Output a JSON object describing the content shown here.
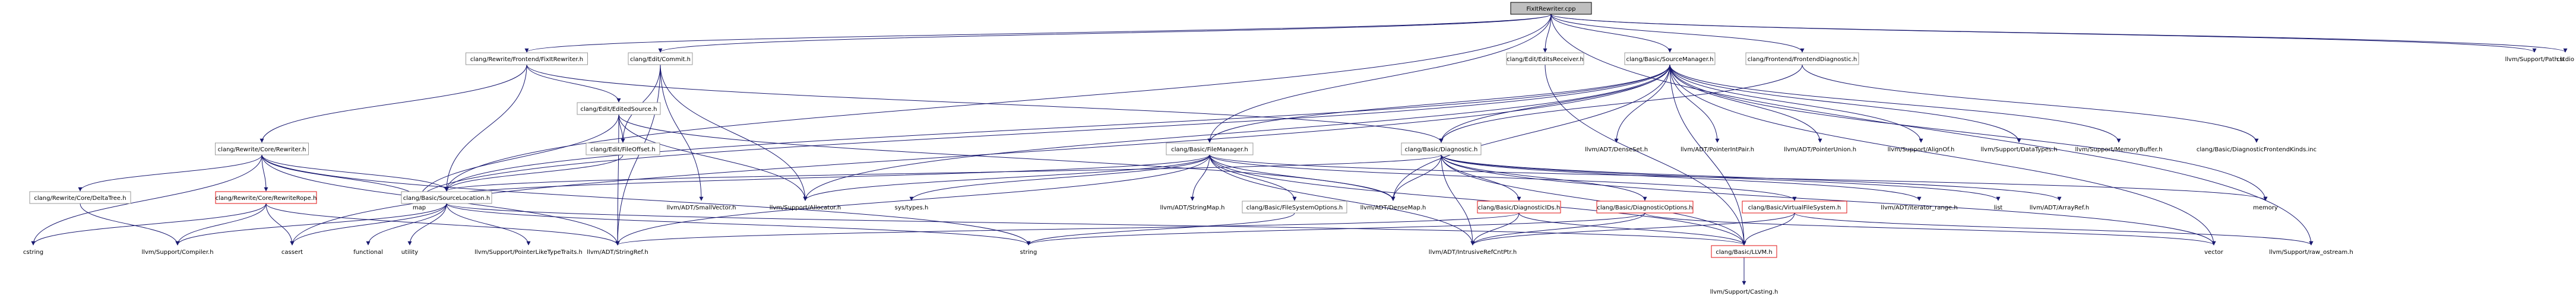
{
  "colors": {
    "edge": "#191970",
    "missing_border": "#e01010",
    "root_fill": "#bfbfbf",
    "node_border": "#999999"
  },
  "nodes": [
    {
      "id": "root",
      "label": "FixItRewriter.cpp",
      "kind": "root"
    },
    {
      "id": "fixitrewriter_h",
      "label": "clang/Rewrite/Frontend/FixItRewriter.h",
      "kind": "box"
    },
    {
      "id": "editcommit_h",
      "label": "clang/Edit/Commit.h",
      "kind": "box"
    },
    {
      "id": "editsreceiver_h",
      "label": "clang/Edit/EditsReceiver.h",
      "kind": "box"
    },
    {
      "id": "sourcemanager_h",
      "label": "clang/Basic/SourceManager.h",
      "kind": "box"
    },
    {
      "id": "frontenddiag_h",
      "label": "clang/Frontend/FrontendDiagnostic.h",
      "kind": "box"
    },
    {
      "id": "path_h",
      "label": "llvm/Support/Path.h",
      "kind": "plain"
    },
    {
      "id": "cstdio",
      "label": "cstdio",
      "kind": "plain"
    },
    {
      "id": "editedsource_h",
      "label": "clang/Edit/EditedSource.h",
      "kind": "box"
    },
    {
      "id": "corerewriter_h",
      "label": "clang/Rewrite/Core/Rewriter.h",
      "kind": "box"
    },
    {
      "id": "fileoffset_h",
      "label": "clang/Edit/FileOffset.h",
      "kind": "box"
    },
    {
      "id": "filemanager_h",
      "label": "clang/Basic/FileManager.h",
      "kind": "box"
    },
    {
      "id": "diagnostic_h",
      "label": "clang/Basic/Diagnostic.h",
      "kind": "box"
    },
    {
      "id": "densesetn",
      "label": "llvm/ADT/DenseSet.h",
      "kind": "plain"
    },
    {
      "id": "pointerintpair",
      "label": "llvm/ADT/PointerIntPair.h",
      "kind": "plain"
    },
    {
      "id": "pointerunion",
      "label": "llvm/ADT/PointerUnion.h",
      "kind": "plain"
    },
    {
      "id": "alignof",
      "label": "llvm/Support/AlignOf.h",
      "kind": "plain"
    },
    {
      "id": "datatypes",
      "label": "llvm/Support/DataTypes.h",
      "kind": "plain"
    },
    {
      "id": "memorybuffer",
      "label": "llvm/Support/MemoryBuffer.h",
      "kind": "plain"
    },
    {
      "id": "frontendkinds",
      "label": "clang/Basic/DiagnosticFrontendKinds.inc",
      "kind": "plain"
    },
    {
      "id": "deltatree_h",
      "label": "clang/Rewrite/Core/DeltaTree.h",
      "kind": "box"
    },
    {
      "id": "rewriterope_h",
      "label": "clang/Rewrite/Core/RewriteRope.h",
      "kind": "missing"
    },
    {
      "id": "sourcelocation_h",
      "label": "clang/Basic/SourceLocation.h",
      "kind": "box"
    },
    {
      "id": "map",
      "label": "map",
      "kind": "plain"
    },
    {
      "id": "smallvector",
      "label": "llvm/ADT/SmallVector.h",
      "kind": "plain"
    },
    {
      "id": "allocator",
      "label": "llvm/Support/Allocator.h",
      "kind": "plain"
    },
    {
      "id": "systypes",
      "label": "sys/types.h",
      "kind": "plain"
    },
    {
      "id": "stringmap",
      "label": "llvm/ADT/StringMap.h",
      "kind": "plain"
    },
    {
      "id": "filesystemoptions_h",
      "label": "clang/Basic/FileSystemOptions.h",
      "kind": "box"
    },
    {
      "id": "densemap",
      "label": "llvm/ADT/DenseMap.h",
      "kind": "plain"
    },
    {
      "id": "diagnosticids_h",
      "label": "clang/Basic/DiagnosticIDs.h",
      "kind": "missing"
    },
    {
      "id": "diagnosticoptions_h",
      "label": "clang/Basic/DiagnosticOptions.h",
      "kind": "missing"
    },
    {
      "id": "virtualfs_h",
      "label": "clang/Basic/VirtualFileSystem.h",
      "kind": "missing"
    },
    {
      "id": "iterator_range",
      "label": "llvm/ADT/iterator_range.h",
      "kind": "plain"
    },
    {
      "id": "list",
      "label": "list",
      "kind": "plain"
    },
    {
      "id": "arrayref",
      "label": "llvm/ADT/ArrayRef.h",
      "kind": "plain"
    },
    {
      "id": "memory",
      "label": "memory",
      "kind": "plain"
    },
    {
      "id": "vector",
      "label": "vector",
      "kind": "plain"
    },
    {
      "id": "cstring",
      "label": "cstring",
      "kind": "plain"
    },
    {
      "id": "compiler",
      "label": "llvm/Support/Compiler.h",
      "kind": "plain"
    },
    {
      "id": "cassert",
      "label": "cassert",
      "kind": "plain"
    },
    {
      "id": "functional",
      "label": "functional",
      "kind": "plain"
    },
    {
      "id": "utility",
      "label": "utility",
      "kind": "plain"
    },
    {
      "id": "pointerliketype",
      "label": "llvm/Support/PointerLikeTypeTraits.h",
      "kind": "plain"
    },
    {
      "id": "stringref",
      "label": "llvm/ADT/StringRef.h",
      "kind": "plain"
    },
    {
      "id": "string",
      "label": "string",
      "kind": "plain"
    },
    {
      "id": "intrusiverefcnt",
      "label": "llvm/ADT/IntrusiveRefCntPtr.h",
      "kind": "plain"
    },
    {
      "id": "llvm_h",
      "label": "clang/Basic/LLVM.h",
      "kind": "missing"
    },
    {
      "id": "raw_ostream",
      "label": "llvm/Support/raw_ostream.h",
      "kind": "plain"
    },
    {
      "id": "casting",
      "label": "llvm/Support/Casting.h",
      "kind": "plain"
    }
  ],
  "edges": [
    [
      "root",
      "fixitrewriter_h"
    ],
    [
      "root",
      "editcommit_h"
    ],
    [
      "root",
      "editsreceiver_h"
    ],
    [
      "root",
      "sourcemanager_h"
    ],
    [
      "root",
      "frontenddiag_h"
    ],
    [
      "root",
      "path_h"
    ],
    [
      "root",
      "cstdio"
    ],
    [
      "root",
      "raw_ostream"
    ],
    [
      "root",
      "filemanager_h"
    ],
    [
      "root",
      "sourcelocation_h"
    ],
    [
      "fixitrewriter_h",
      "editedsource_h"
    ],
    [
      "fixitrewriter_h",
      "corerewriter_h"
    ],
    [
      "fixitrewriter_h",
      "sourcelocation_h"
    ],
    [
      "fixitrewriter_h",
      "diagnostic_h"
    ],
    [
      "editcommit_h",
      "fileoffset_h"
    ],
    [
      "editcommit_h",
      "smallvector"
    ],
    [
      "editcommit_h",
      "allocator"
    ],
    [
      "editcommit_h",
      "stringref"
    ],
    [
      "editsreceiver_h",
      "llvm_h"
    ],
    [
      "sourcemanager_h",
      "filemanager_h"
    ],
    [
      "sourcemanager_h",
      "diagnostic_h"
    ],
    [
      "sourcemanager_h",
      "densesetn"
    ],
    [
      "sourcemanager_h",
      "pointerintpair"
    ],
    [
      "sourcemanager_h",
      "pointerunion"
    ],
    [
      "sourcemanager_h",
      "alignof"
    ],
    [
      "sourcemanager_h",
      "datatypes"
    ],
    [
      "sourcemanager_h",
      "memorybuffer"
    ],
    [
      "sourcemanager_h",
      "map"
    ],
    [
      "sourcemanager_h",
      "memory"
    ],
    [
      "sourcemanager_h",
      "vector"
    ],
    [
      "sourcemanager_h",
      "densemap"
    ],
    [
      "sourcemanager_h",
      "allocator"
    ],
    [
      "sourcemanager_h",
      "sourcelocation_h"
    ],
    [
      "sourcemanager_h",
      "llvm_h"
    ],
    [
      "sourcemanager_h",
      "cassert"
    ],
    [
      "frontenddiag_h",
      "frontendkinds"
    ],
    [
      "frontenddiag_h",
      "diagnostic_h"
    ],
    [
      "editedsource_h",
      "fileoffset_h"
    ],
    [
      "editedsource_h",
      "allocator"
    ],
    [
      "editedsource_h",
      "map"
    ],
    [
      "editedsource_h",
      "stringref"
    ],
    [
      "editedsource_h",
      "densemap"
    ],
    [
      "corerewriter_h",
      "deltatree_h"
    ],
    [
      "corerewriter_h",
      "rewriterope_h"
    ],
    [
      "corerewriter_h",
      "sourcelocation_h"
    ],
    [
      "corerewriter_h",
      "cstring"
    ],
    [
      "corerewriter_h",
      "map"
    ],
    [
      "corerewriter_h",
      "string"
    ],
    [
      "corerewriter_h",
      "stringref"
    ],
    [
      "fileoffset_h",
      "sourcelocation_h"
    ],
    [
      "filemanager_h",
      "filesystemoptions_h"
    ],
    [
      "filemanager_h",
      "virtualfs_h"
    ],
    [
      "filemanager_h",
      "stringmap"
    ],
    [
      "filemanager_h",
      "systypes"
    ],
    [
      "filemanager_h",
      "densemap"
    ],
    [
      "filemanager_h",
      "map"
    ],
    [
      "filemanager_h",
      "memory"
    ],
    [
      "filemanager_h",
      "allocator"
    ],
    [
      "filemanager_h",
      "intrusiverefcnt"
    ],
    [
      "filemanager_h",
      "llvm_h"
    ],
    [
      "filemanager_h",
      "stringref"
    ],
    [
      "diagnostic_h",
      "diagnosticids_h"
    ],
    [
      "diagnostic_h",
      "diagnosticoptions_h"
    ],
    [
      "diagnostic_h",
      "sourcelocation_h"
    ],
    [
      "diagnostic_h",
      "densemap"
    ],
    [
      "diagnostic_h",
      "iterator_range"
    ],
    [
      "diagnostic_h",
      "intrusiverefcnt"
    ],
    [
      "diagnostic_h",
      "list"
    ],
    [
      "diagnostic_h",
      "vector"
    ],
    [
      "diagnostic_h",
      "arrayref"
    ],
    [
      "diagnostic_h",
      "llvm_h"
    ],
    [
      "deltatree_h",
      "compiler"
    ],
    [
      "rewriterope_h",
      "cassert"
    ],
    [
      "rewriterope_h",
      "cstring"
    ],
    [
      "rewriterope_h",
      "compiler"
    ],
    [
      "rewriterope_h",
      "stringref"
    ],
    [
      "sourcelocation_h",
      "compiler"
    ],
    [
      "sourcelocation_h",
      "pointerliketype"
    ],
    [
      "sourcelocation_h",
      "cassert"
    ],
    [
      "sourcelocation_h",
      "functional"
    ],
    [
      "sourcelocation_h",
      "utility"
    ],
    [
      "sourcelocation_h",
      "string"
    ],
    [
      "sourcelocation_h",
      "llvm_h"
    ],
    [
      "filesystemoptions_h",
      "string"
    ],
    [
      "diagnosticids_h",
      "intrusiverefcnt"
    ],
    [
      "diagnosticids_h",
      "llvm_h"
    ],
    [
      "diagnosticids_h",
      "stringref"
    ],
    [
      "diagnosticoptions_h",
      "intrusiverefcnt"
    ],
    [
      "diagnosticoptions_h",
      "string"
    ],
    [
      "diagnosticoptions_h",
      "vector"
    ],
    [
      "virtualfs_h",
      "intrusiverefcnt"
    ],
    [
      "virtualfs_h",
      "llvm_h"
    ],
    [
      "virtualfs_h",
      "raw_ostream"
    ],
    [
      "llvm_h",
      "casting"
    ]
  ]
}
